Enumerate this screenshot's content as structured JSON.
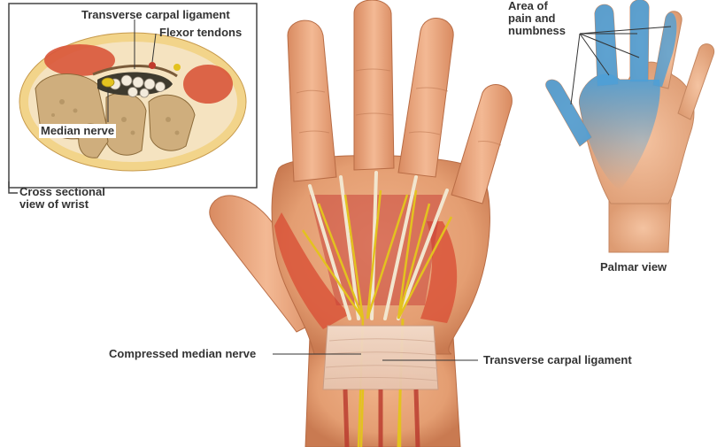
{
  "labels": {
    "transverse_top": "Transverse carpal ligament",
    "flexor_tendons": "Flexor tendons",
    "median_nerve": "Median nerve",
    "cross_sectional_1": "Cross sectional",
    "cross_sectional_2": "view of wrist",
    "area_1": "Area of",
    "area_2": "pain and",
    "area_3": "numbness",
    "palmar_view": "Palmar view",
    "compressed_nerve": "Compressed median nerve",
    "transverse_bottom": "Transverse carpal ligament"
  },
  "colors": {
    "skin": "#e9a37a",
    "skin_shadow": "#c9764d",
    "muscle": "#d9553a",
    "nerve": "#e3c21f",
    "tendon": "#f4ead8",
    "bone": "#c9aa78",
    "numbness": "#5aa6d8",
    "label": "#333333"
  }
}
